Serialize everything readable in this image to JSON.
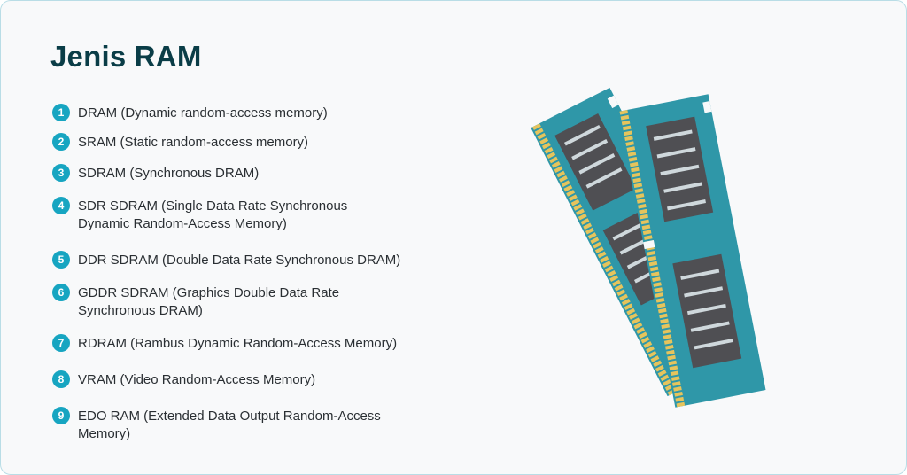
{
  "title": "Jenis RAM",
  "items": [
    {
      "num": "1",
      "text": "DRAM (Dynamic random-access memory)"
    },
    {
      "num": "2",
      "text": "SRAM (Static random-access memory)"
    },
    {
      "num": "3",
      "text": "SDRAM (Synchronous DRAM)"
    },
    {
      "num": "4",
      "text": "SDR SDRAM (Single Data Rate Synchronous\nDynamic Random-Access Memory)"
    },
    {
      "num": "5",
      "text": "DDR SDRAM (Double Data Rate Synchronous DRAM)"
    },
    {
      "num": "6",
      "text": "GDDR SDRAM (Graphics Double Data Rate\nSynchronous DRAM)"
    },
    {
      "num": "7",
      "text": "RDRAM (Rambus Dynamic Random-Access Memory)"
    },
    {
      "num": "8",
      "text": "VRAM (Video Random-Access Memory)"
    },
    {
      "num": "9",
      "text": "EDO RAM (Extended Data Output Random-Access\nMemory)"
    }
  ],
  "colors": {
    "accent": "#17a5c1",
    "title": "#0a3d47",
    "ram_board": "#2f97a8",
    "ram_chip": "#4f4f53",
    "ram_pins": "#e6c45c"
  },
  "illustration": "ram-modules-icon"
}
